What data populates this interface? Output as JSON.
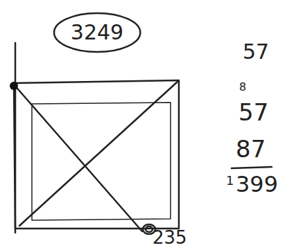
{
  "diagram": {
    "nodes": [
      {
        "text": [
          "3249"
        ]
      }
    ],
    "labels": [
      "57",
      "8",
      "57",
      "87",
      "1",
      "399",
      "235"
    ]
  }
}
